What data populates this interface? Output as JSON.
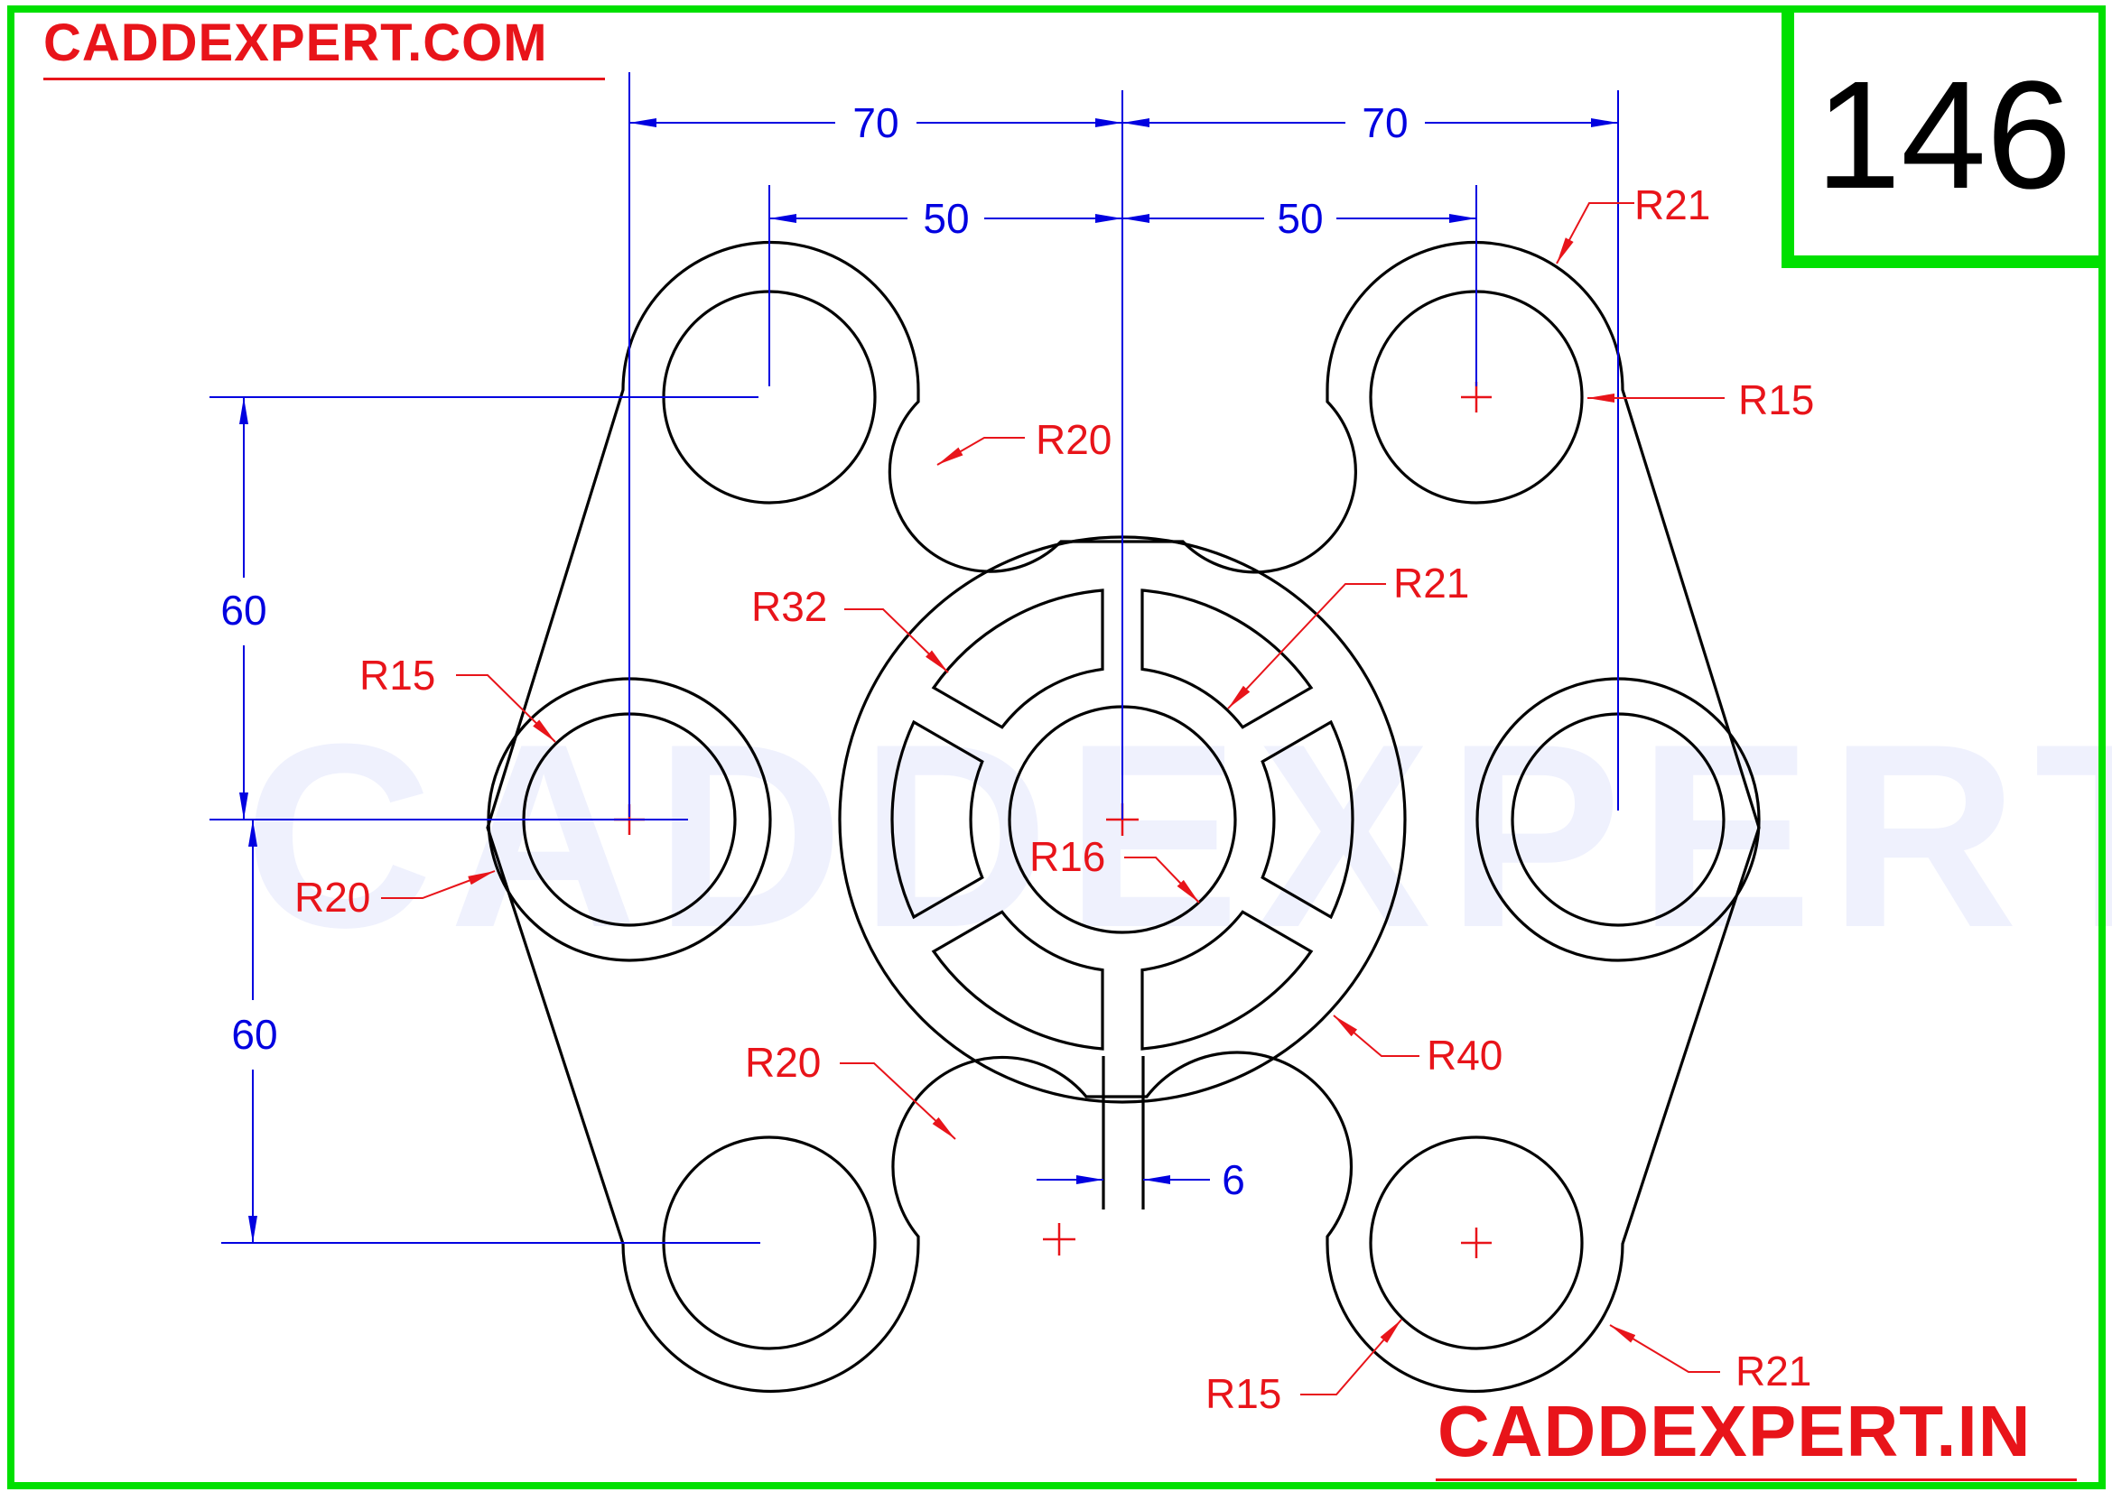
{
  "brand_top": "CADDEXPERT.COM",
  "brand_bottom": "CADDEXPERT.IN",
  "sheet_number": "146",
  "watermark": "CADDEXPERT",
  "colors": {
    "frame": "#00e000",
    "geometry": "#000000",
    "dimension": "#0000e0",
    "radius_label": "#e8141a",
    "watermark": "#eff1fd"
  },
  "dimensions": {
    "top_left_70": "70",
    "top_right_70": "70",
    "top_left_50": "50",
    "top_right_50": "50",
    "left_upper_60": "60",
    "left_lower_60": "60",
    "slot_width_6": "6"
  },
  "radius_labels": {
    "top_right_outer": "R21",
    "top_right_inner": "R15",
    "top_fillet": "R20",
    "spoke_outer": "R32",
    "spoke_inner": "R21",
    "left_inner": "R15",
    "left_outer": "R20",
    "hub": "R16",
    "main_circle": "R40",
    "bottom_fillet": "R20",
    "bottom_right_inner": "R15",
    "bottom_right_outer": "R21"
  }
}
